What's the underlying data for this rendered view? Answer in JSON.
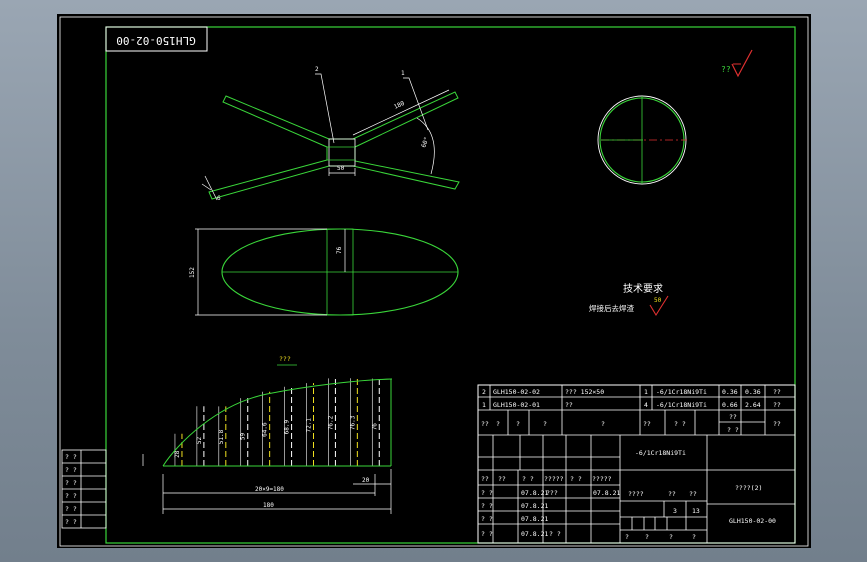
{
  "drawing_number": "GLH150-02-00",
  "roughness": {
    "symbol": "??",
    "color": "#e03030"
  },
  "colors": {
    "frame": "#3ad63a",
    "background": "#000000",
    "line": "#ffffff",
    "yellow": "#f0e020",
    "red": "#e03030"
  },
  "views": {
    "top": {
      "balloons": [
        "2",
        "1"
      ],
      "dim_length": "180",
      "dim_width": "50",
      "dim_angle": "60°"
    },
    "front": {
      "dim_height": "152",
      "dim_half": "76"
    },
    "development": {
      "label": "???",
      "ordinates": [
        "28",
        "52",
        "51.8",
        "59",
        "64.6",
        "68.9",
        "72.1",
        "76.2",
        "76.3",
        "76"
      ],
      "dim_pitch": "20×9=180",
      "dim_end": "20",
      "dim_total": "180"
    }
  },
  "tech_req": {
    "title": "技术要求",
    "text": "焊接后去焊渣",
    "symbol": "50"
  },
  "bom": [
    [
      "2",
      "GLH150-02-02",
      "??? 152×50",
      "1",
      "-6/1Cr18Ni9Ti",
      "0.36",
      "0.36",
      "??"
    ],
    [
      "1",
      "GLH150-02-01",
      "??",
      "4",
      "-6/1Cr18Ni9Ti",
      "0.66",
      "2.64",
      "??"
    ]
  ],
  "bom_header": [
    "??",
    "?",
    "?",
    "?",
    "?",
    "??",
    "? ?",
    "??",
    "? ?",
    "??"
  ],
  "title_block": {
    "material": "-6/1Cr18Ni9Ti",
    "part_name": "????(2)",
    "drawing_no": "GLH150-02-00",
    "rev_headers": [
      "??",
      "??",
      "? ?",
      "?????",
      "? ?",
      "?????"
    ],
    "rows": [
      [
        "? ?",
        "",
        "07.8.21",
        "???",
        "",
        "07.8.21"
      ],
      [
        "? ?",
        "",
        "07.8.21",
        "",
        "",
        ""
      ],
      [
        "? ?",
        "",
        "07.8.21",
        "",
        "",
        ""
      ],
      [
        "? ?",
        "",
        "07.8.21",
        "? ?",
        "",
        ""
      ]
    ],
    "stage_headers": [
      "????",
      "??",
      "??"
    ],
    "scale": "3",
    "sheets": "13",
    "bottom": [
      "?",
      "?",
      "?",
      "?"
    ]
  },
  "left_table": [
    "? ?",
    "? ?",
    "? ?",
    "? ?",
    "? ?",
    "? ?"
  ]
}
